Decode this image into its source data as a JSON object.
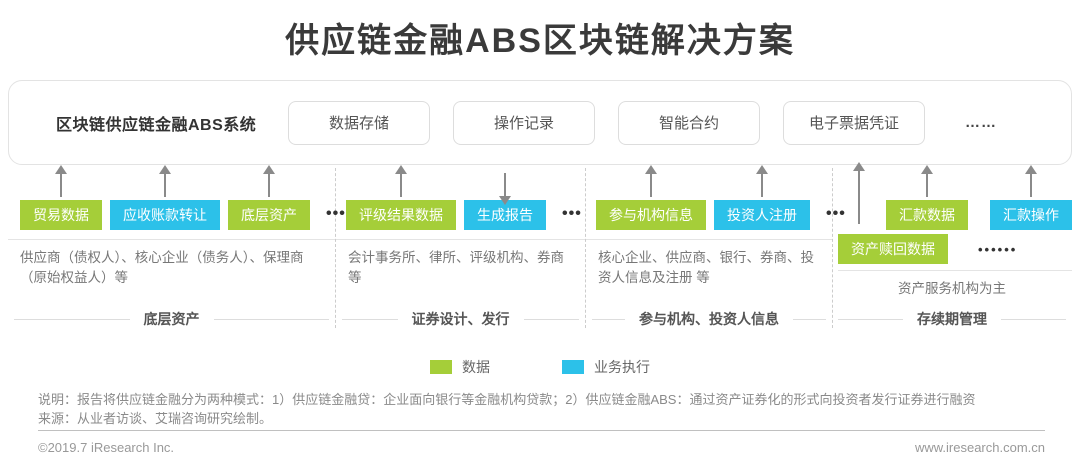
{
  "title": "供应链金融ABS区块链解决方案",
  "system_bar": {
    "label": "区块链供应链金融ABS系统",
    "modules": [
      "数据存储",
      "操作记录",
      "智能合约",
      "电子票据凭证"
    ],
    "more": "……"
  },
  "colors": {
    "data": "#a5ce39",
    "execution": "#2cc1e9"
  },
  "columns": [
    {
      "section": "底层资产",
      "description": "供应商（债权人）、核心企业（债务人）、保理商（原始权益人）等",
      "more": "•••",
      "tags": [
        {
          "label": "贸易数据",
          "type": "data",
          "arrow": "up"
        },
        {
          "label": "应收账款转让",
          "type": "execution",
          "arrow": "up"
        },
        {
          "label": "底层资产",
          "type": "data",
          "arrow": "up"
        }
      ]
    },
    {
      "section": "证券设计、发行",
      "description": "会计事务所、律所、评级机构、券商等",
      "more": "•••",
      "tags": [
        {
          "label": "评级结果数据",
          "type": "data",
          "arrow": "up"
        },
        {
          "label": "生成报告",
          "type": "execution",
          "arrow": "down"
        }
      ]
    },
    {
      "section": "参与机构、投资人信息",
      "description": "核心企业、供应商、银行、券商、投资人信息及注册 等",
      "more": "•••",
      "tags": [
        {
          "label": "参与机构信息",
          "type": "data",
          "arrow": "up"
        },
        {
          "label": "投资人注册",
          "type": "execution",
          "arrow": "up"
        }
      ]
    },
    {
      "section": "存续期管理",
      "description": "资产服务机构为主",
      "more": "••••••",
      "tags": [
        {
          "label": "汇款数据",
          "type": "data",
          "arrow": "up",
          "row": 1
        },
        {
          "label": "汇款操作",
          "type": "execution",
          "arrow": "up",
          "row": 1
        },
        {
          "label": "资产赎回数据",
          "type": "data",
          "arrow": "up",
          "row": 2
        }
      ]
    }
  ],
  "legend": [
    {
      "label": "数据",
      "type": "data"
    },
    {
      "label": "业务执行",
      "type": "execution"
    }
  ],
  "notes": [
    "说明：报告将供应链金融分为两种模式：1）供应链金融贷：企业面向银行等金融机构贷款；2）供应链金融ABS：通过资产证券化的形式向投资者发行证券进行融资",
    "来源：从业者访谈、艾瑞咨询研究绘制。"
  ],
  "footer": {
    "copyright": "©2019.7 iResearch Inc.",
    "website": "www.iresearch.com.cn"
  }
}
